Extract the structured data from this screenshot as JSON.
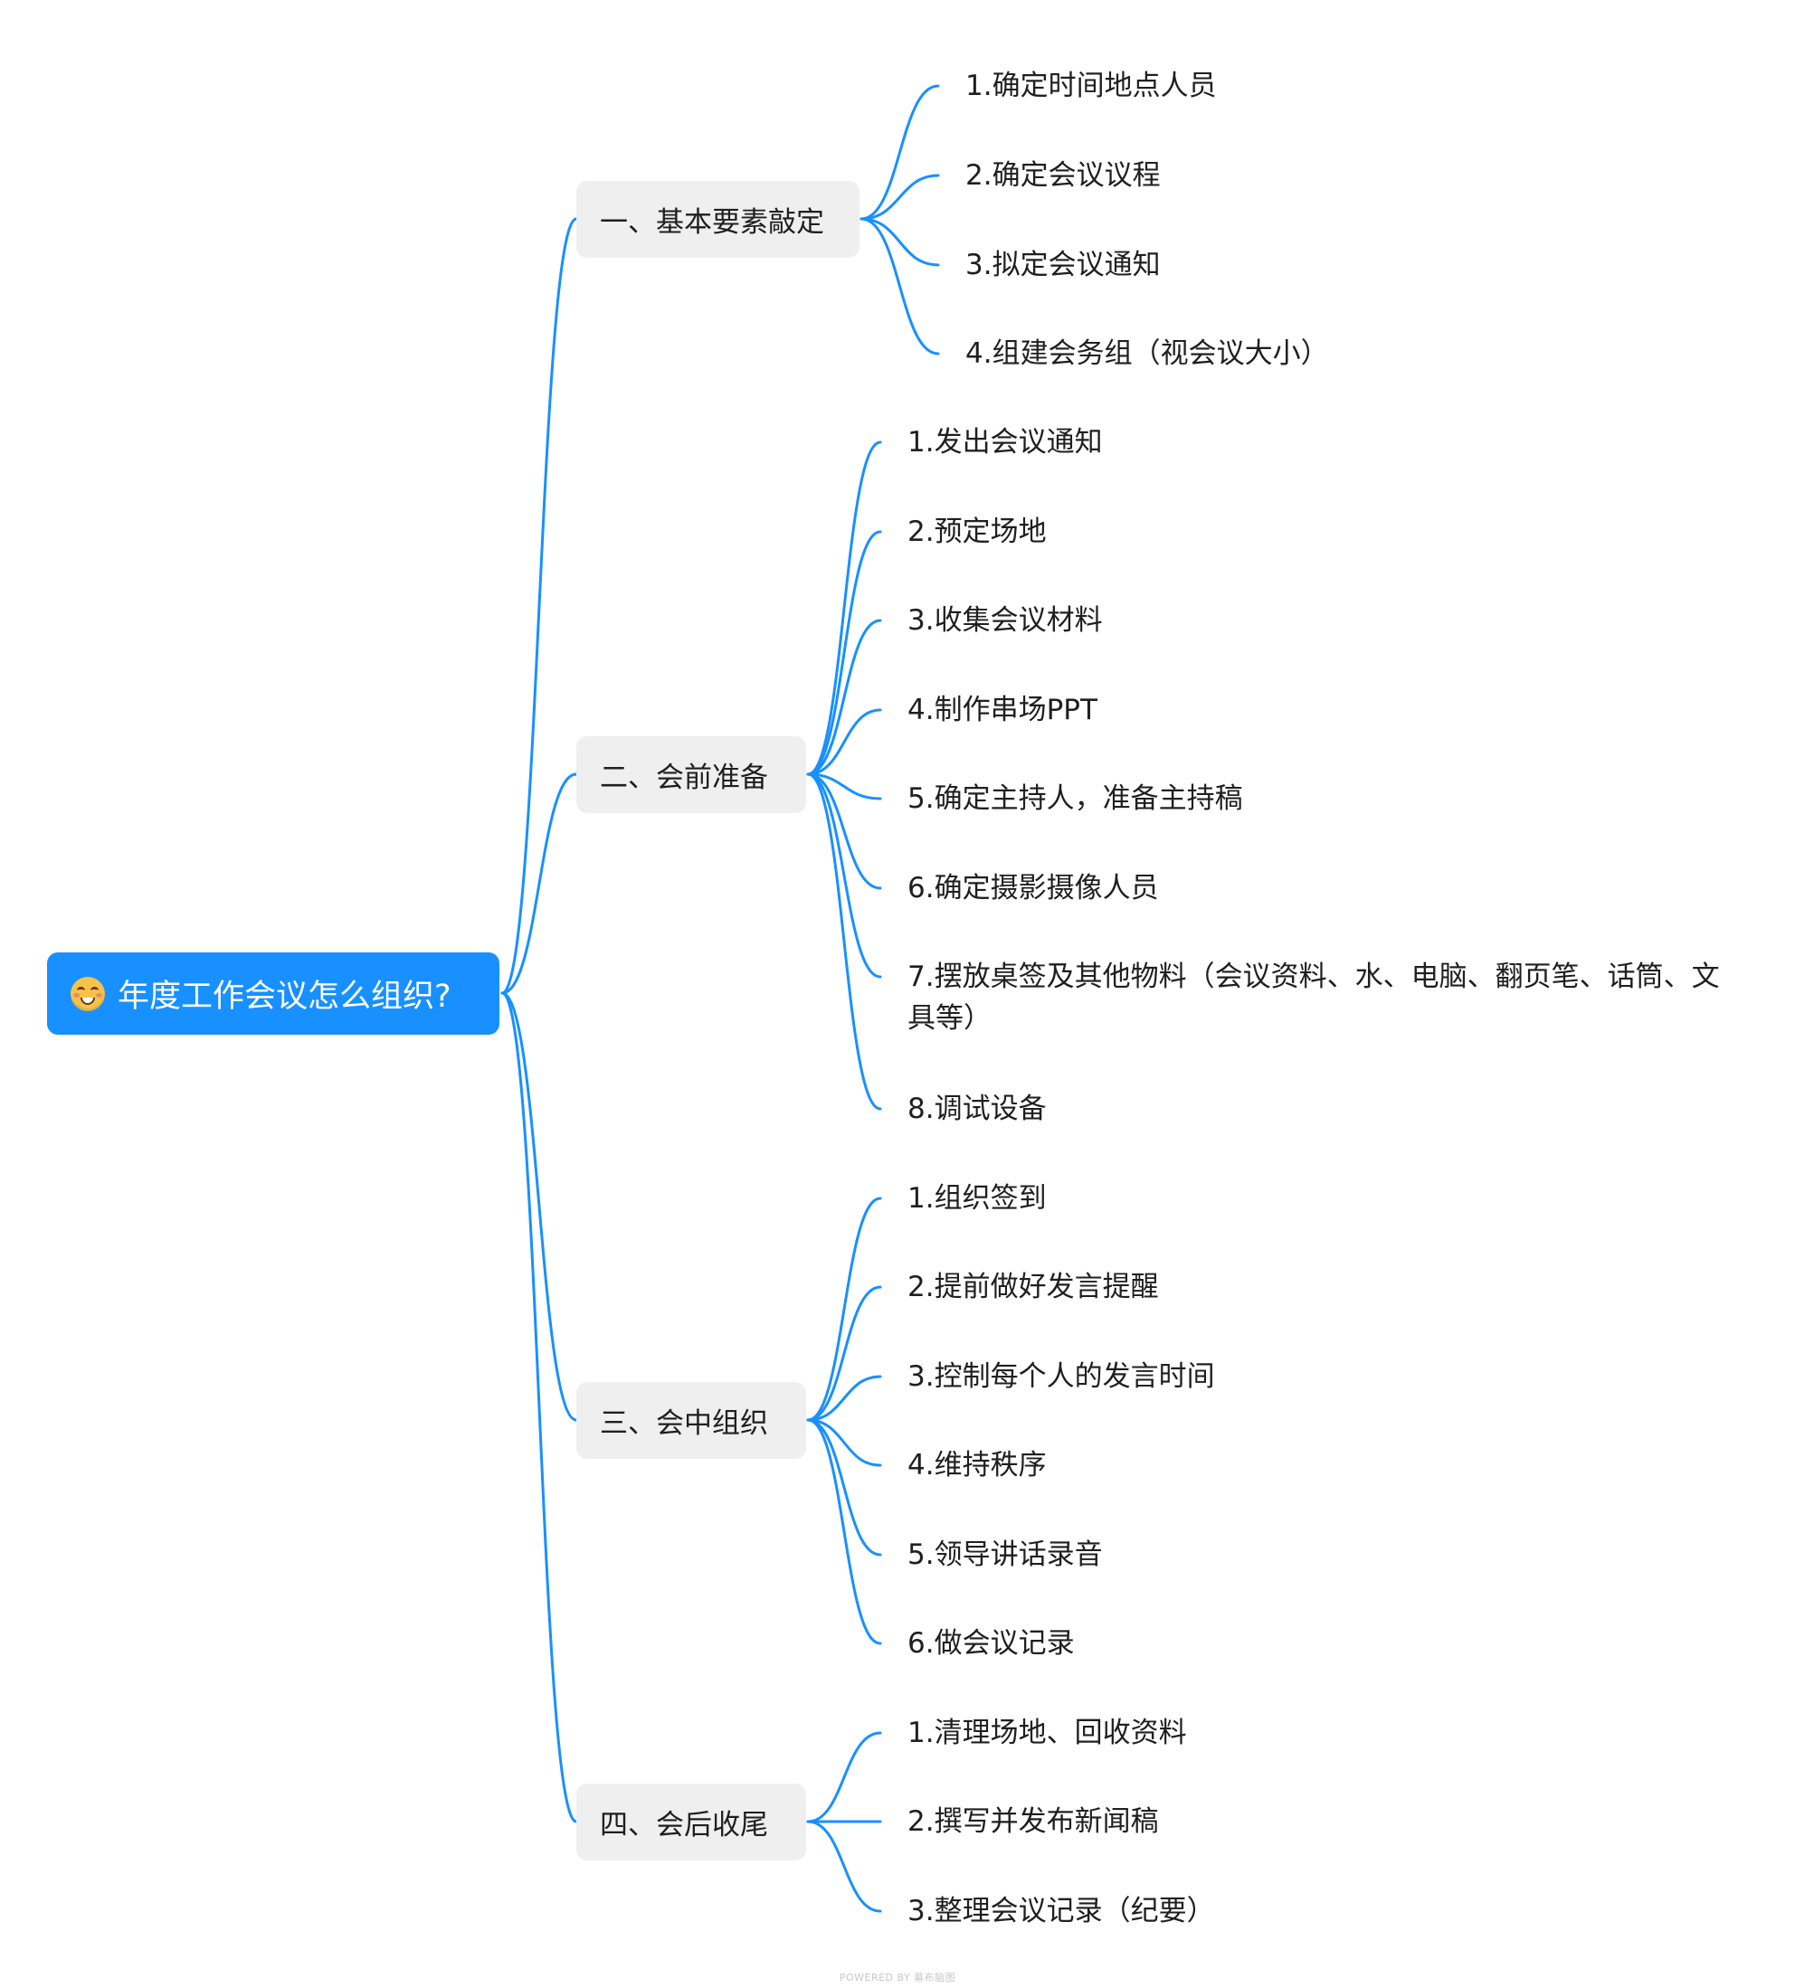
{
  "root": {
    "label": "年度工作会议怎么组织?",
    "icon": "smiling-face-emoji-icon"
  },
  "branches": [
    {
      "label": "一、基本要素敲定",
      "children": [
        "1.确定时间地点人员",
        "2.确定会议议程",
        "3.拟定会议通知",
        "4.组建会务组（视会议大小）"
      ]
    },
    {
      "label": "二、会前准备",
      "children": [
        "1.发出会议通知",
        "2.预定场地",
        "3.收集会议材料",
        "4.制作串场PPT",
        "5.确定主持人，准备主持稿",
        "6.确定摄影摄像人员",
        "7.摆放桌签及其他物料（会议资料、水、电脑、翻页笔、话筒、文具等）",
        "8.调试设备"
      ]
    },
    {
      "label": "三、会中组织",
      "children": [
        "1.组织签到",
        "2.提前做好发言提醒",
        "3.控制每个人的发言时间",
        "4.维持秩序",
        "5.领导讲话录音",
        "6.做会议记录"
      ]
    },
    {
      "label": "四、会后收尾",
      "children": [
        "1.清理场地、回收资料",
        "2.撰写并发布新闻稿",
        "3.整理会议记录（纪要）"
      ]
    }
  ],
  "footer": "POWERED BY 幕布脑图",
  "colors": {
    "connector": "#1890ff",
    "root_bg": "#1890ff",
    "branch_bg": "#efefef"
  }
}
